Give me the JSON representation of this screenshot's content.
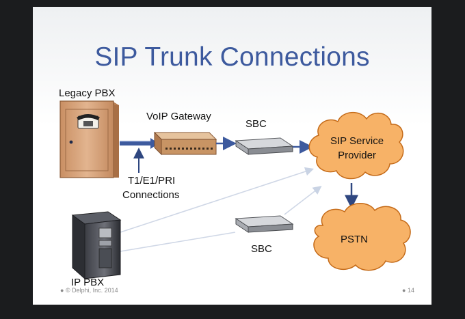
{
  "slide": {
    "title": "SIP Trunk Connections",
    "footer": "© Delphi, Inc. 2014",
    "page_number": "14"
  },
  "nodes": {
    "legacy_pbx": "Legacy PBX",
    "voip_gateway": "VoIP Gateway",
    "sbc_top": "SBC",
    "sip_provider_line1": "SIP Service",
    "sip_provider_line2": "Provider",
    "pstn": "PSTN",
    "sbc_bottom": "SBC",
    "ip_pbx": "IP PBX"
  },
  "links": {
    "t1_label_line1": "T1/E1/PRI",
    "t1_label_line2": "Connections"
  },
  "colors": {
    "title": "#3d5a9e",
    "cloud_fill": "#f7b267",
    "cloud_stroke": "#c46a18",
    "arrow_blue": "#3d5a9e",
    "pbx_cabinet": "#d8a57c"
  }
}
